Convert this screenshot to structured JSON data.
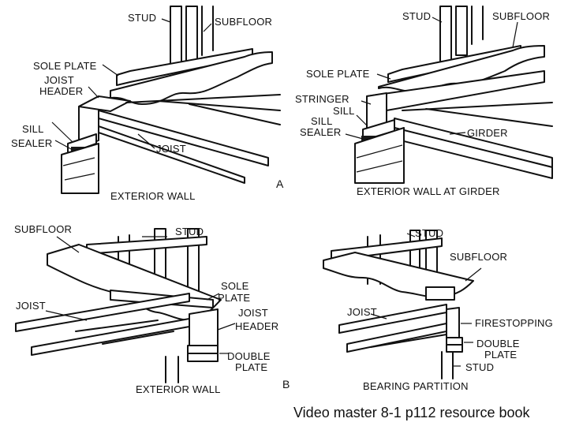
{
  "panels": {
    "top_left": {
      "stud": "STUD",
      "subfloor": "SUBFLOOR",
      "sole_plate": "SOLE PLATE",
      "joist_header_1": "JOIST",
      "joist_header_2": "HEADER",
      "sill": "SILL",
      "sill_sealer": "SEALER",
      "joist": "JOIST",
      "title": "EXTERIOR WALL"
    },
    "top_right": {
      "stud": "STUD",
      "subfloor": "SUBFLOOR",
      "sole_plate": "SOLE PLATE",
      "stringer": "STRINGER",
      "sill": "SILL",
      "sill_sealer_1": "SILL",
      "sill_sealer_2": "SEALER",
      "girder": "GIRDER",
      "title": "EXTERIOR WALL AT GIRDER"
    },
    "bottom_left": {
      "subfloor": "SUBFLOOR",
      "stud": "STUD",
      "sole_plate_1": "SOLE",
      "sole_plate_2": "PLATE",
      "joist": "JOIST",
      "joist_header_1": "JOIST",
      "joist_header_2": "HEADER",
      "double_plate_1": "DOUBLE",
      "double_plate_2": "PLATE",
      "title": "EXTERIOR WALL"
    },
    "bottom_right": {
      "stud_top": "STUD",
      "subfloor": "SUBFLOOR",
      "joist": "JOIST",
      "firestopping": "FIRESTOPPING",
      "double_plate_1": "DOUBLE",
      "double_plate_2": "PLATE",
      "stud_bottom": "STUD",
      "title": "BEARING PARTITION"
    }
  },
  "section_marks": {
    "a": "A",
    "b": "B"
  },
  "caption": "Video master 8-1 p112 resource book"
}
